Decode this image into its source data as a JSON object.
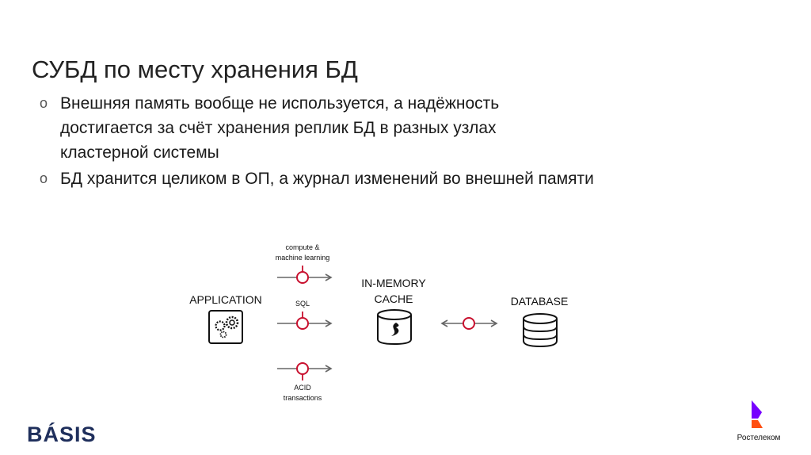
{
  "title": "СУБД по месту хранения БД",
  "bullets": [
    {
      "marker": "o",
      "text": "Внешняя память вообще не используется, а надёжность достигается за счёт хранения реплик БД в разных узлах кластерной системы"
    },
    {
      "marker": "o",
      "text": "БД хранится целиком в ОП, а журнал изменений во внешней памяти"
    }
  ],
  "diagram": {
    "application": "APPLICATION",
    "cache_line1": "IN-MEMORY",
    "cache_line2": "CACHE",
    "database": "DATABASE",
    "compute_line1": "compute &",
    "compute_line2": "machine learning",
    "sql": "SQL",
    "acid_line1": "ACID",
    "acid_line2": "transactions",
    "accent_color": "#c8102e"
  },
  "logos": {
    "basis": "BÁSIS",
    "rostelecom": "Ростелеком"
  }
}
